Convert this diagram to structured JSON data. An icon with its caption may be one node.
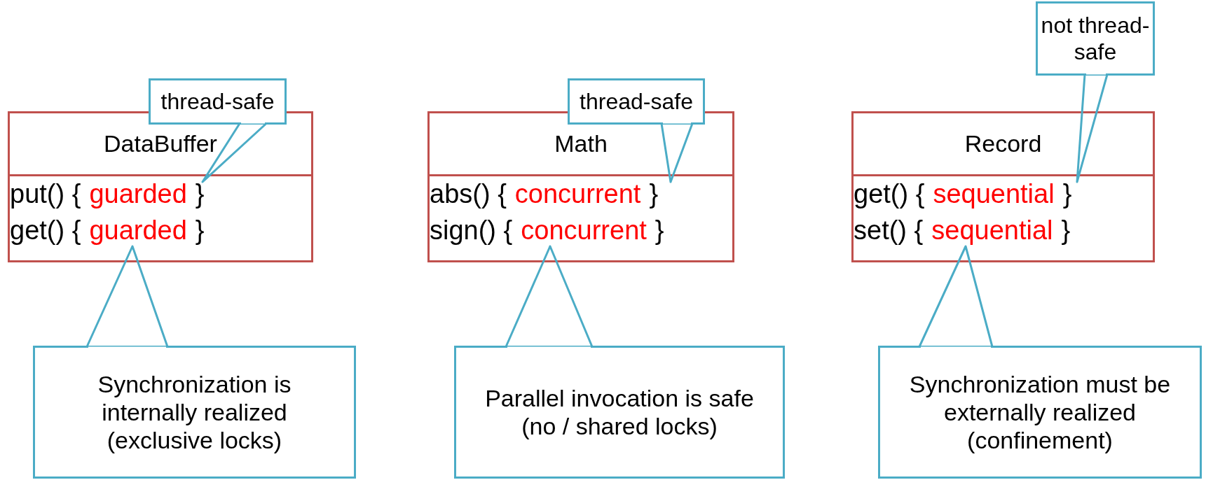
{
  "diagram": {
    "nodes": [
      {
        "text": [
          "DataBuffer"
        ]
      },
      {
        "text": [
          "put() {",
          "guarded",
          "}"
        ],
        "in": 0
      },
      {
        "text": [
          "get() {",
          "guarded",
          "}"
        ],
        "in": 0
      },
      {
        "text": [
          "thread-safe"
        ]
      },
      {
        "text": [
          "Synchronization is internally realized",
          "(exclusive locks)"
        ]
      },
      {
        "text": [
          "Math"
        ]
      },
      {
        "text": [
          "abs() {",
          "concurrent",
          "}"
        ],
        "in": 5
      },
      {
        "text": [
          "sign() {",
          "concurrent",
          "}"
        ],
        "in": 5
      },
      {
        "text": [
          "thread-safe"
        ]
      },
      {
        "text": [
          "Parallel invocation is safe",
          "(no / shared locks)"
        ]
      },
      {
        "text": [
          "Record"
        ]
      },
      {
        "text": [
          "get() {",
          "sequential",
          "}"
        ],
        "in": 10
      },
      {
        "text": [
          "set() {",
          "sequential",
          "}"
        ],
        "in": 10
      },
      {
        "text": [
          "not thread-safe"
        ]
      },
      {
        "text": [
          "Synchronization must be externally realized",
          "(confinement)"
        ]
      }
    ],
    "edges": [
      {
        "from": 3,
        "to": 1,
        "arrow": "none"
      },
      {
        "from": 4,
        "to": 2,
        "arrow": "none"
      },
      {
        "from": 8,
        "to": 6,
        "arrow": "none"
      },
      {
        "from": 9,
        "to": 7,
        "arrow": "none"
      },
      {
        "from": 13,
        "to": 11,
        "arrow": "none"
      },
      {
        "from": 14,
        "to": 12,
        "arrow": "none"
      }
    ]
  }
}
